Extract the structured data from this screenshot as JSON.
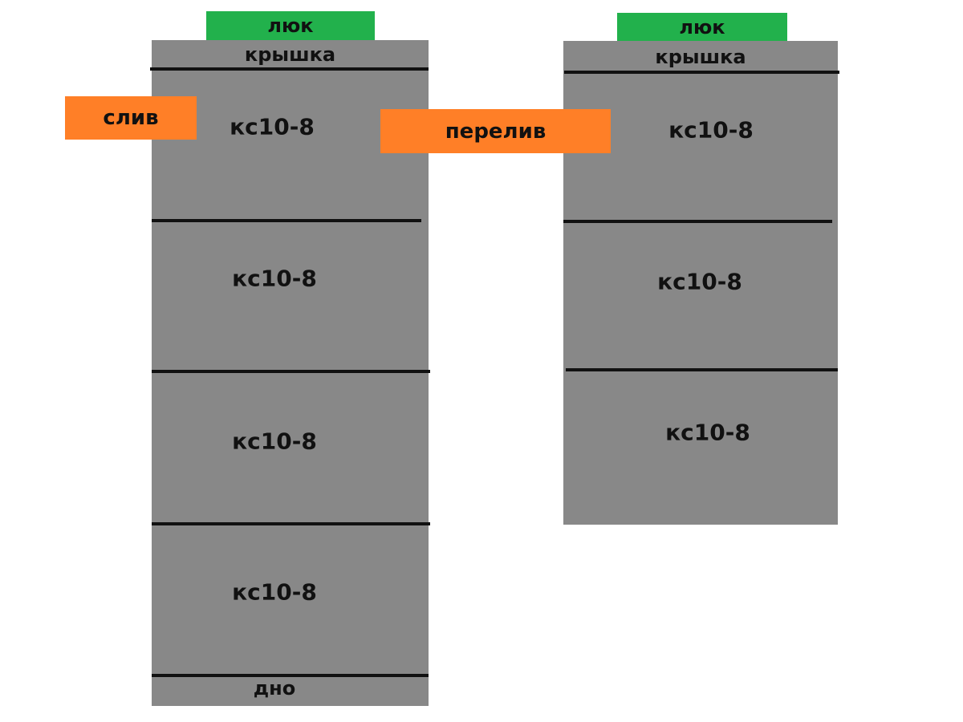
{
  "left_well": {
    "hatch": "люк",
    "cover": "крышка",
    "rings": [
      "кс10-8",
      "кс10-8",
      "кс10-8",
      "кс10-8"
    ],
    "bottom": "дно"
  },
  "right_well": {
    "hatch": "люк",
    "cover": "крышка",
    "rings": [
      "кс10-8",
      "кс10-8",
      "кс10-8"
    ]
  },
  "pipes": {
    "drain": "слив",
    "overflow": "перелив"
  },
  "colors": {
    "concrete": "#888888",
    "hatch": "#22b14c",
    "pipe": "#ff7f27",
    "seam": "#111111"
  }
}
